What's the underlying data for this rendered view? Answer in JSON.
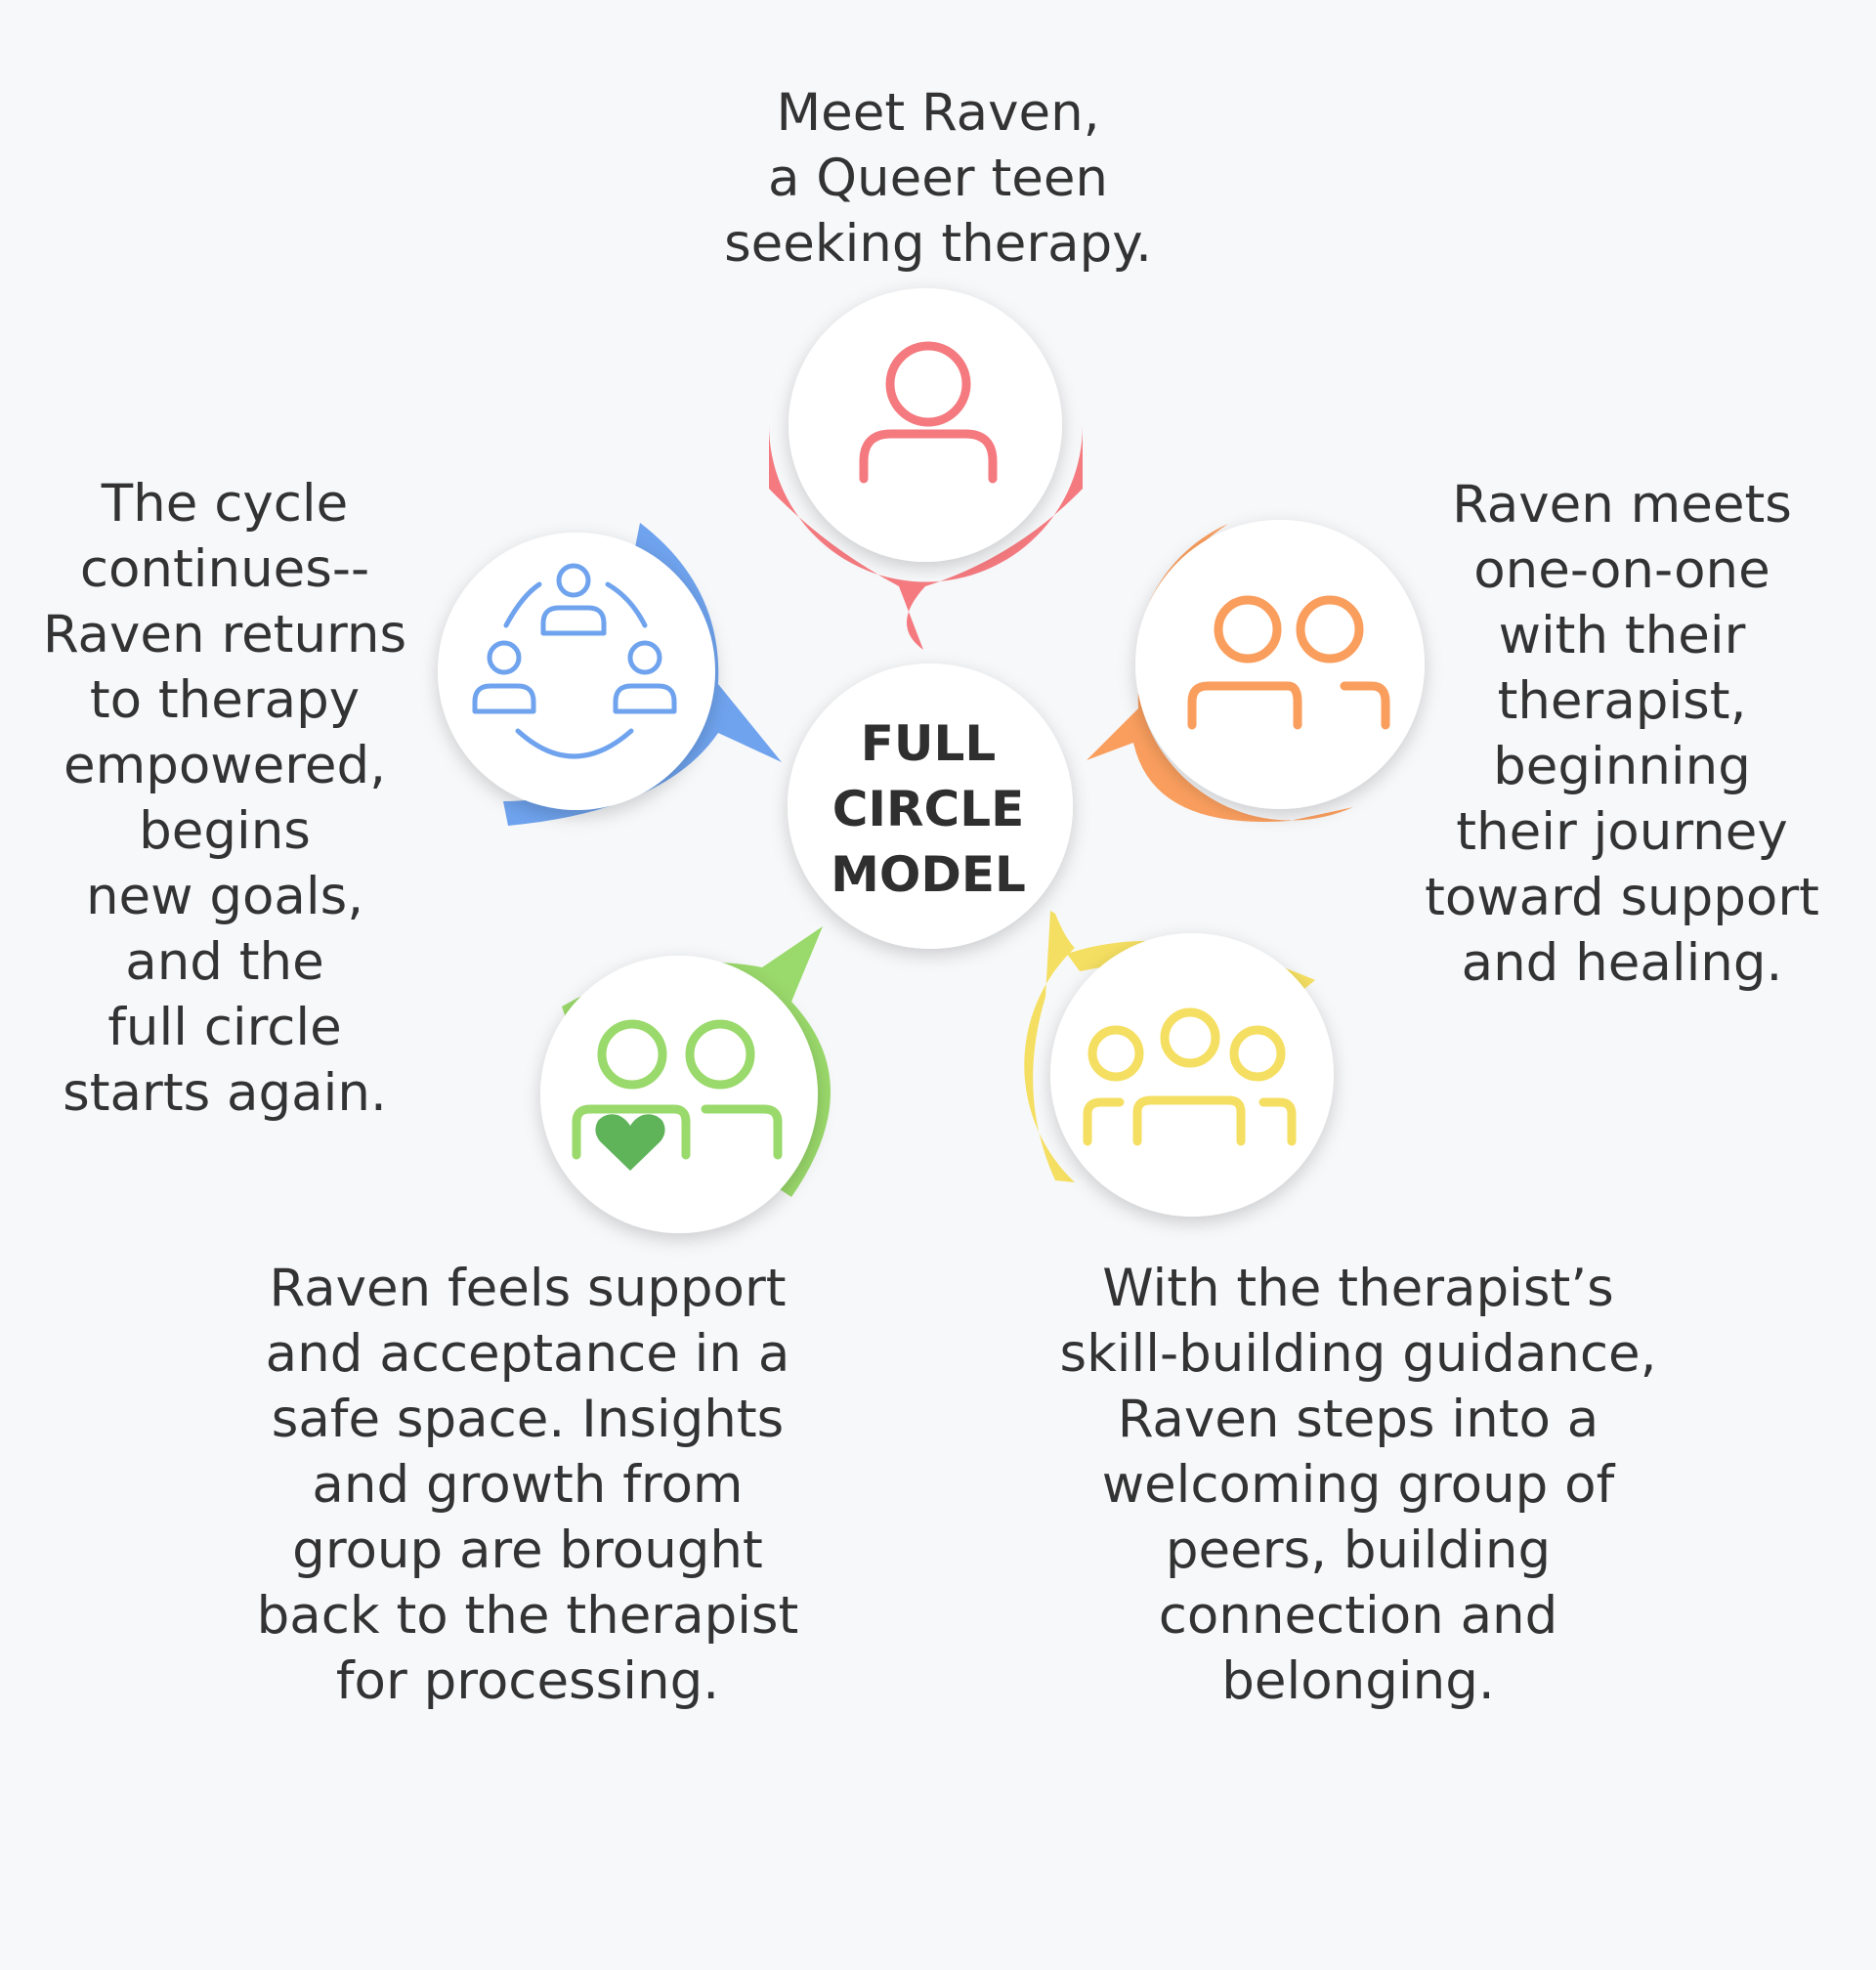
{
  "colors": {
    "background": "#f7f8fa",
    "text": "#333333",
    "step1": "#f47a7f",
    "step2": "#fa9e5e",
    "step3": "#f5df62",
    "step4": "#9ad96b",
    "step4_heart": "#5fb45a",
    "step5": "#6fa3ee"
  },
  "center": {
    "lines": [
      "FULL",
      "CIRCLE",
      "MODEL"
    ]
  },
  "steps": [
    {
      "icon": "person-icon",
      "color": "#f47a7f",
      "caption_lines": [
        "Meet Raven,",
        "a Queer teen",
        "seeking therapy."
      ]
    },
    {
      "icon": "two-people-icon",
      "color": "#fa9e5e",
      "caption_lines": [
        "Raven meets",
        "one-on-one",
        "with their",
        "therapist,",
        "beginning",
        "their journey",
        "toward support",
        "and healing."
      ]
    },
    {
      "icon": "group-icon",
      "color": "#f5df62",
      "caption_lines": [
        "With the therapist’s",
        "skill-building guidance,",
        "Raven steps into a",
        "welcoming group of",
        "peers, building",
        "connection and",
        "belonging."
      ]
    },
    {
      "icon": "two-people-heart-icon",
      "color": "#9ad96b",
      "caption_lines": [
        "Raven feels support",
        "and acceptance in a",
        "safe space. Insights",
        "and growth from",
        "group are brought",
        "back to the therapist",
        "for processing."
      ]
    },
    {
      "icon": "community-cycle-icon",
      "color": "#6fa3ee",
      "caption_lines": [
        "The cycle",
        "continues--",
        "Raven returns",
        "to therapy",
        "empowered,",
        "begins",
        "new goals,",
        "and the",
        "full circle",
        "starts again."
      ]
    }
  ]
}
